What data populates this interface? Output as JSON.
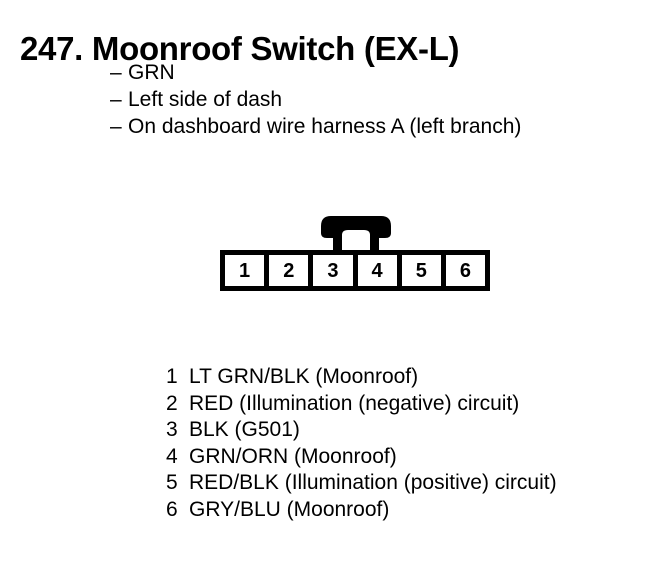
{
  "page": {
    "background_color": "#ffffff",
    "ink_color": "#000000"
  },
  "header": {
    "title": "247. Moonroof Switch (EX-L)"
  },
  "description": {
    "dash": "–",
    "lines": [
      "GRN",
      "Left side of dash",
      "On dashboard wire harness A (left branch)"
    ]
  },
  "connector": {
    "name": "6-pin connector",
    "latch_position": "top-center",
    "pin_count": 6,
    "pins": [
      "1",
      "2",
      "3",
      "4",
      "5",
      "6"
    ]
  },
  "legend": {
    "rows": [
      {
        "pin": "1",
        "wire": "LT GRN/BLK (Moonroof)"
      },
      {
        "pin": "2",
        "wire": "RED (Illumination (negative) circuit)"
      },
      {
        "pin": "3",
        "wire": "BLK (G501)"
      },
      {
        "pin": "4",
        "wire": "GRN/ORN (Moonroof)"
      },
      {
        "pin": "5",
        "wire": "RED/BLK (Illumination (positive) circuit)"
      },
      {
        "pin": "6",
        "wire": "GRY/BLU (Moonroof)"
      }
    ]
  }
}
